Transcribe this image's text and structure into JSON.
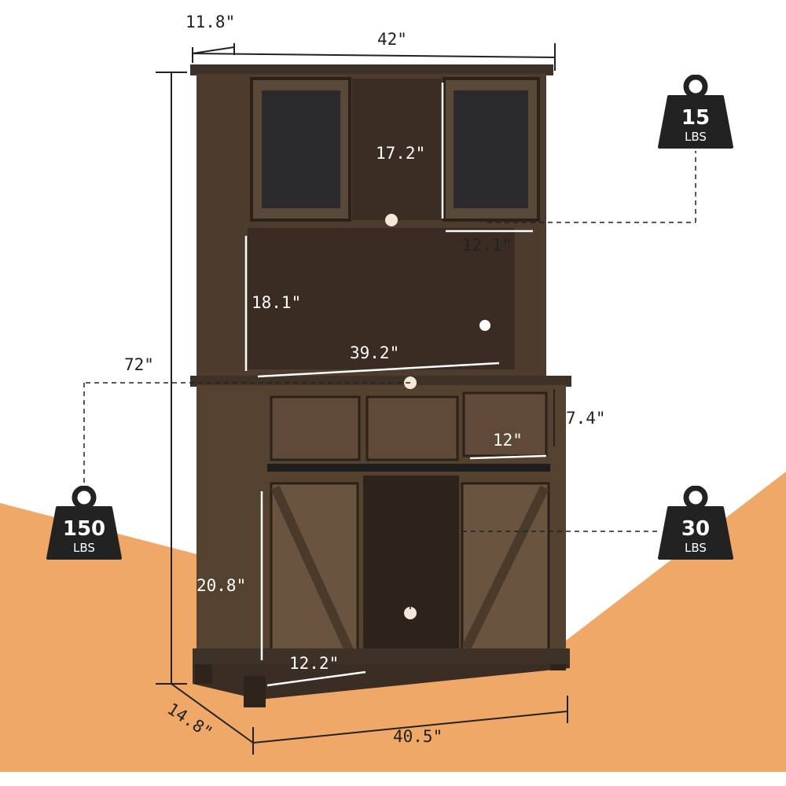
{
  "dimensions": {
    "depth_top": "11.8\"",
    "width_top": "42\"",
    "glass_cabinet_height": "17.2\"",
    "glass_cabinet_width": "12.1\"",
    "hutch_open_height": "18.1\"",
    "hutch_open_width": "39.2\"",
    "total_height": "72\"",
    "drawer_height": "7.4\"",
    "drawer_width": "12\"",
    "door_height": "20.8\"",
    "door_width": "12.2\"",
    "depth_base": "14.8\"",
    "width_base": "40.5\""
  },
  "weights": [
    {
      "value": "15",
      "unit": "LBS"
    },
    {
      "value": "150",
      "unit": "LBS"
    },
    {
      "value": "30",
      "unit": "LBS"
    }
  ],
  "colors": {
    "floor": "#f0a868",
    "wood": "#4a3a2c",
    "weight_badge": "#222222"
  }
}
